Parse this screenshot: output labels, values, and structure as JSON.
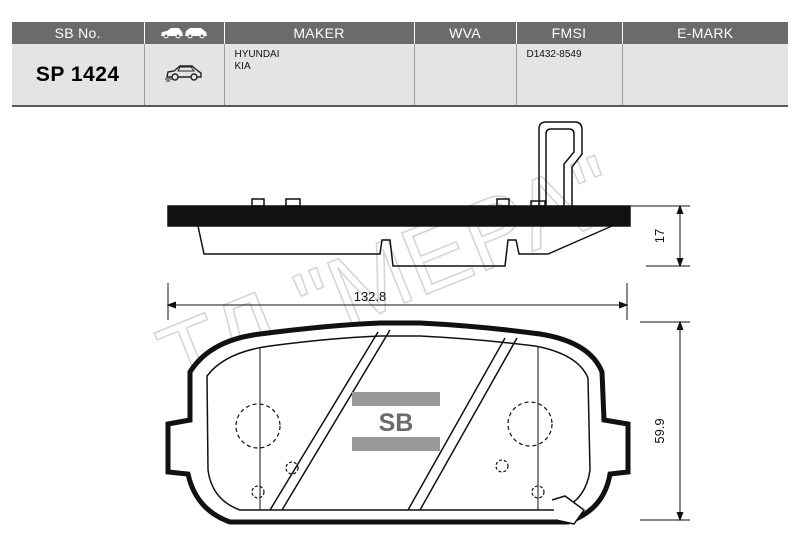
{
  "table": {
    "headers": {
      "sb_no": "SB No.",
      "maker": "MAKER",
      "wva": "WVA",
      "fmsi": "FMSI",
      "emark": "E-MARK"
    },
    "row": {
      "part_number": "SP 1424",
      "makers": [
        "HYUNDAI",
        "KIA"
      ],
      "wva": "",
      "fmsi": "D1432-8549",
      "emark": ""
    },
    "header_icon": "car-pair-icon",
    "row_icon": "car-icon"
  },
  "drawing": {
    "dimensions": {
      "thickness": "17",
      "length": "132.8",
      "height": "59.9"
    },
    "logo": "SB",
    "watermark": "ТД \"МЕРА\""
  },
  "colors": {
    "header_bg": "#6b6b6b",
    "row_bg": "#e4e4e4",
    "outline": "#111111",
    "watermark": "#d6d6d6"
  }
}
